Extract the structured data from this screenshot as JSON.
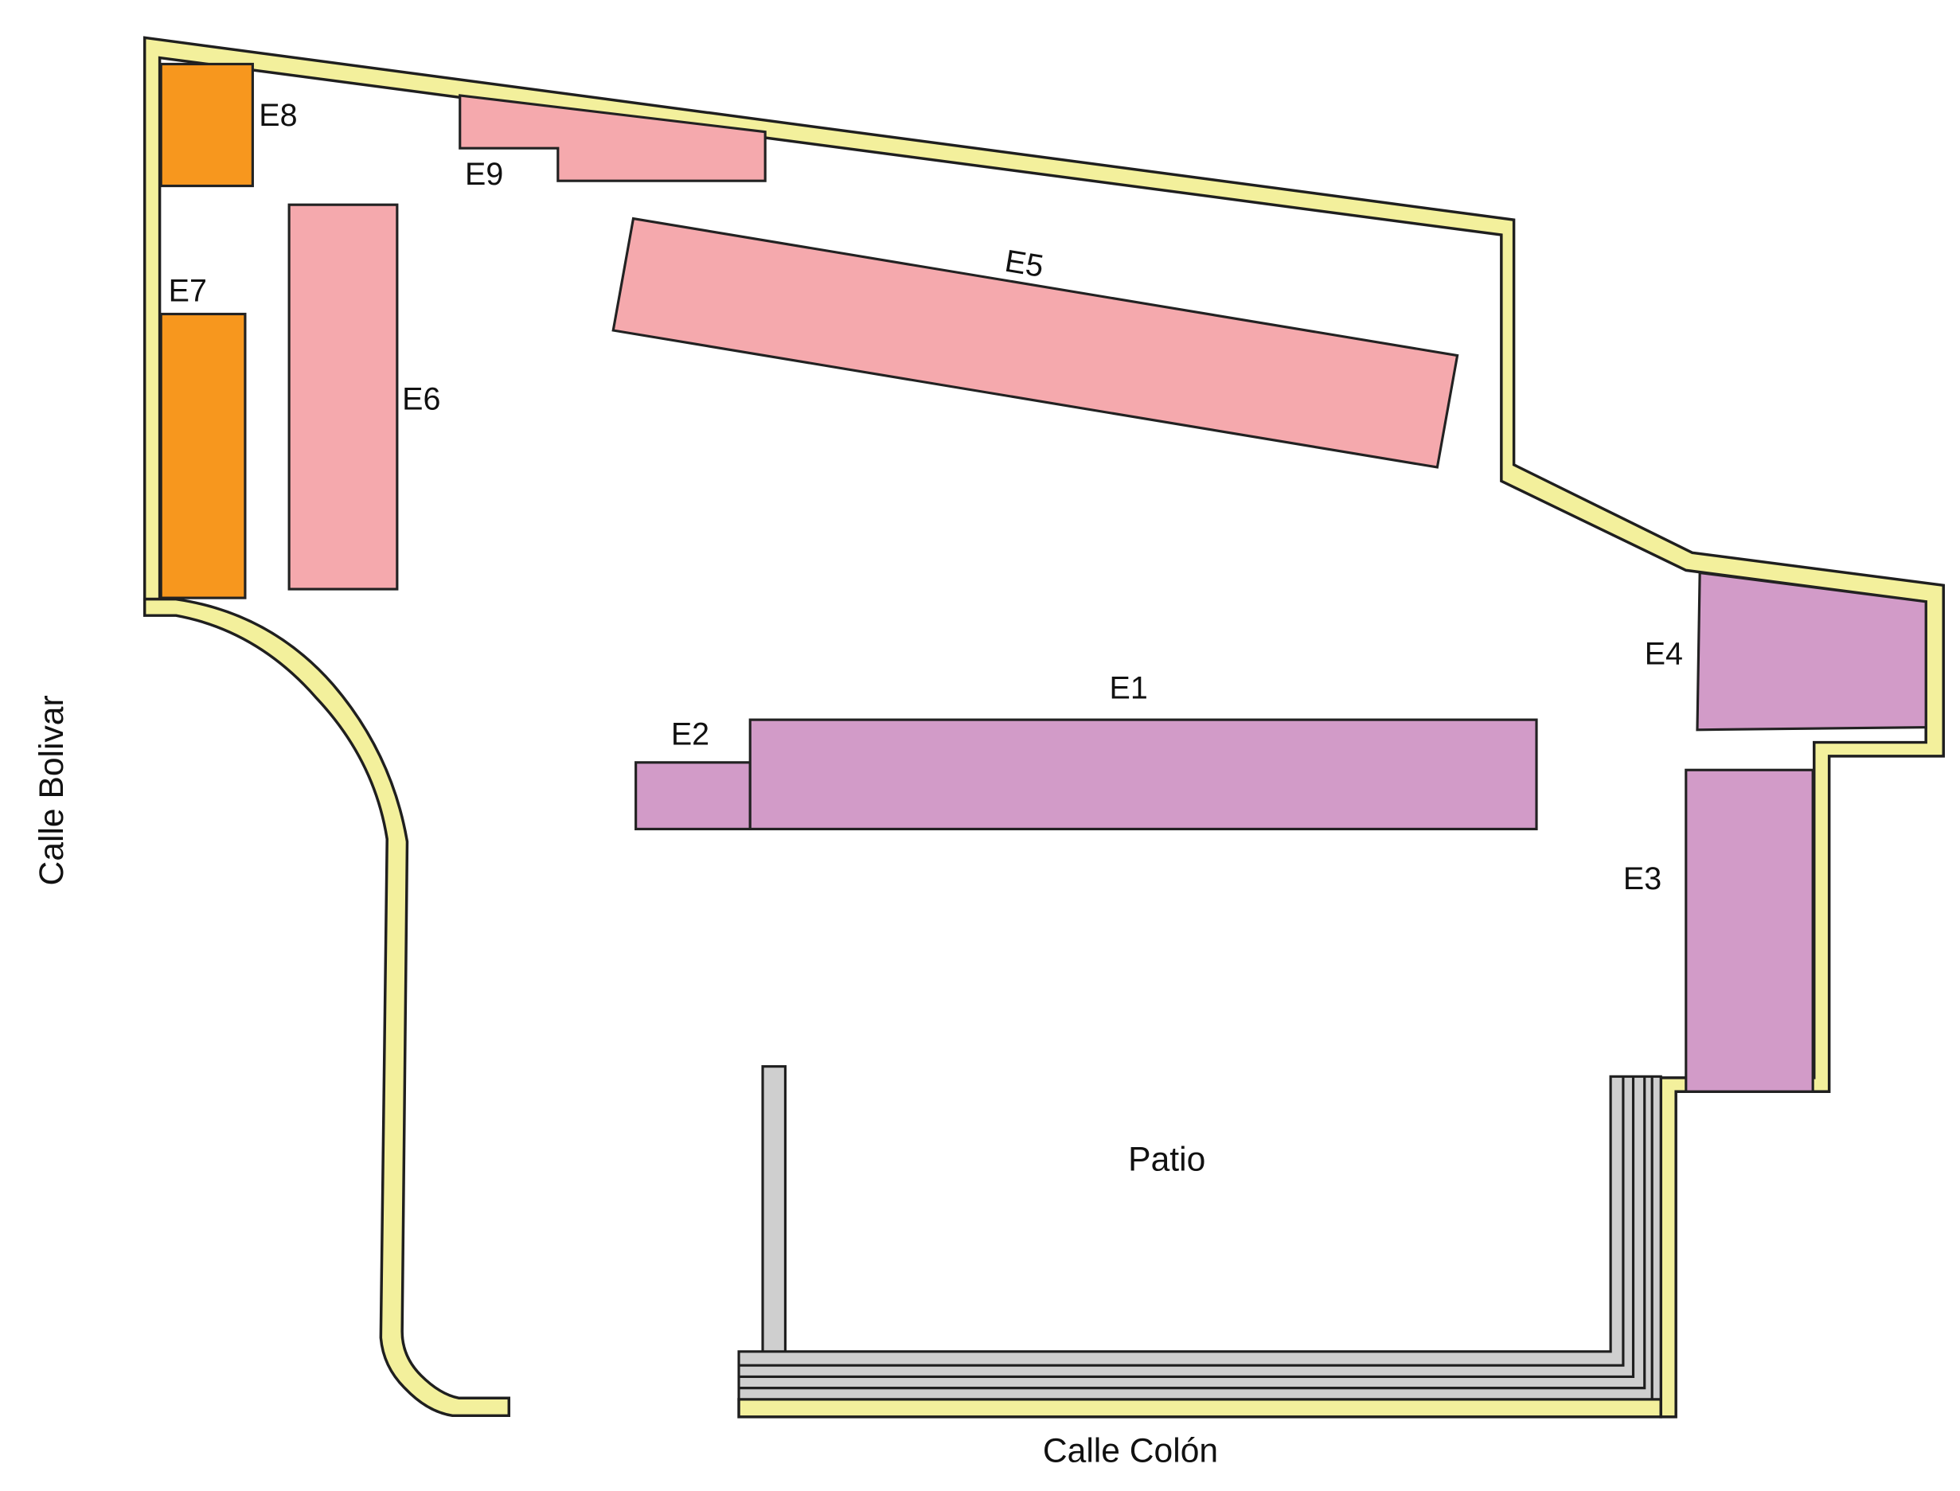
{
  "streets": {
    "west": "Calle Bolivar",
    "south": "Calle Colón"
  },
  "areas": {
    "patio": "Patio"
  },
  "buildings": [
    {
      "id": "e1",
      "label": "E1",
      "color": "#d29bc8"
    },
    {
      "id": "e2",
      "label": "E2",
      "color": "#d29bc8"
    },
    {
      "id": "e3",
      "label": "E3",
      "color": "#d29bc8"
    },
    {
      "id": "e4",
      "label": "E4",
      "color": "#d29bc8"
    },
    {
      "id": "e5",
      "label": "E5",
      "color": "#f5a9ad"
    },
    {
      "id": "e6",
      "label": "E6",
      "color": "#f5a9ad"
    },
    {
      "id": "e7",
      "label": "E7",
      "color": "#f7971e"
    },
    {
      "id": "e8",
      "label": "E8",
      "color": "#f7971e"
    },
    {
      "id": "e9",
      "label": "E9",
      "color": "#f5a9ad"
    }
  ],
  "colors": {
    "perimeter_wall": "#f3f09c",
    "gray_structures": "#cfcfcf",
    "outline": "#1f1f1f"
  }
}
